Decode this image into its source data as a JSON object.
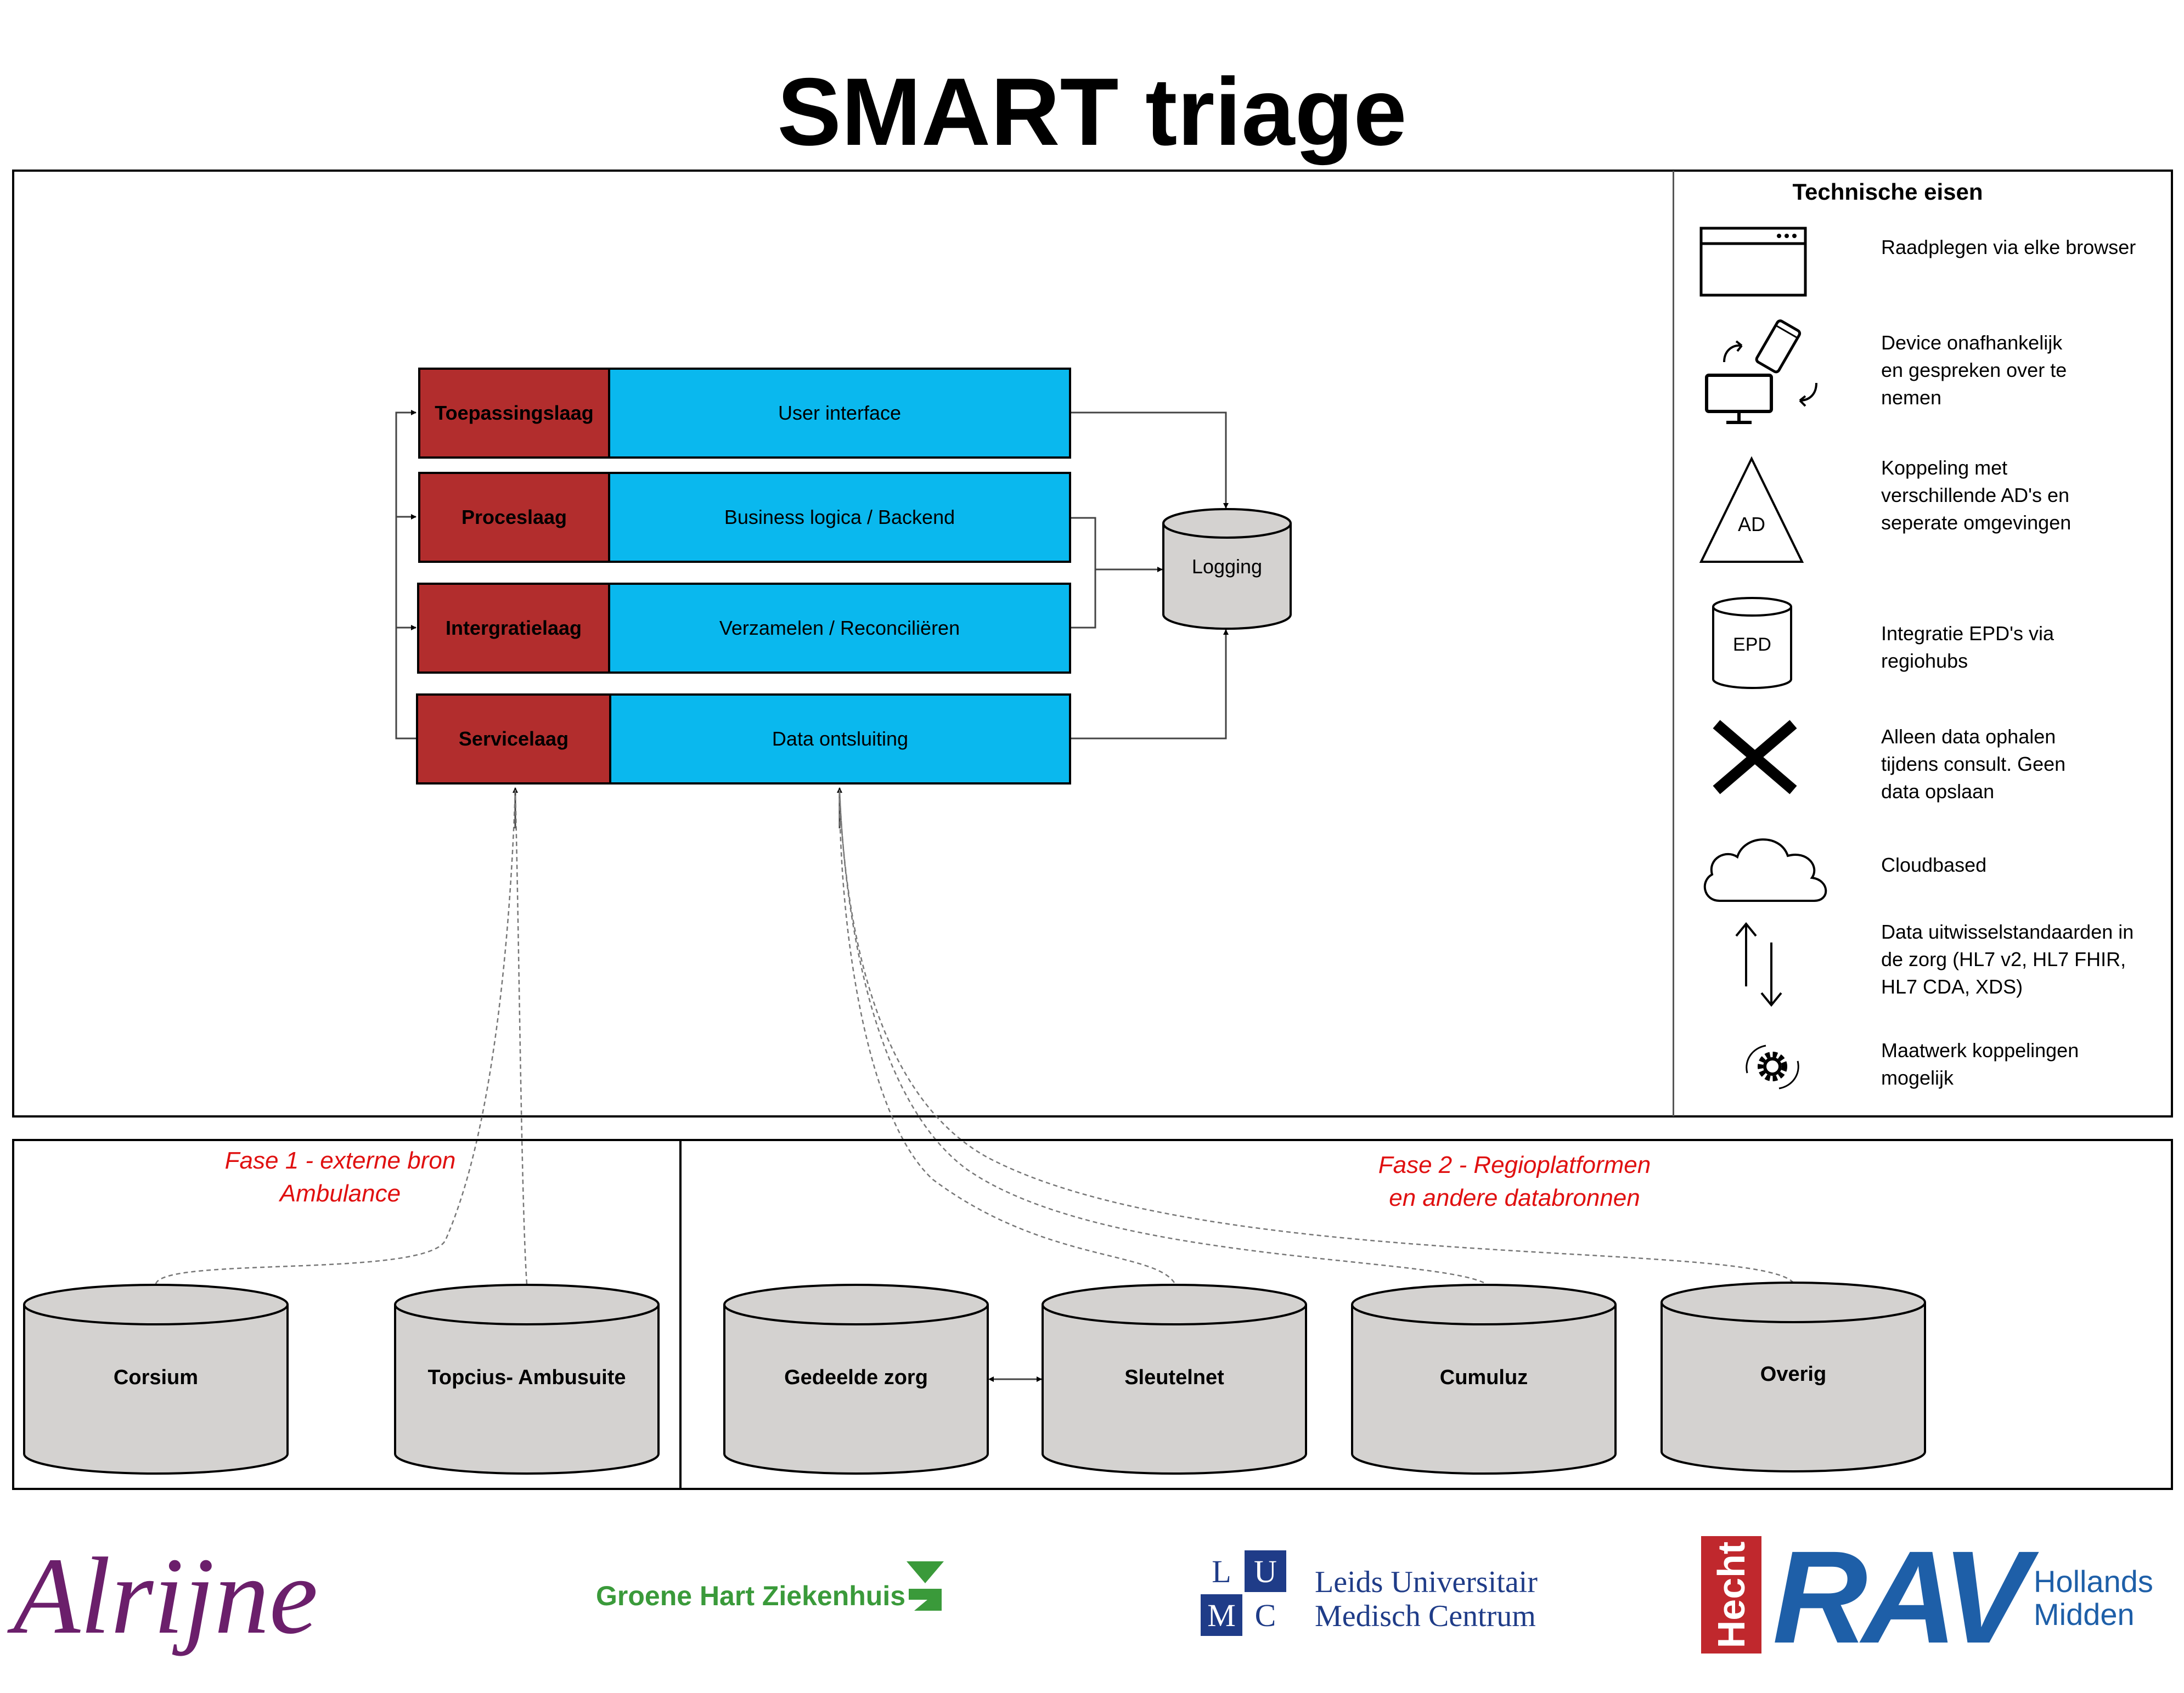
{
  "title": "SMART triage",
  "layers": [
    {
      "name": "Toepassingslaag",
      "body": "User interface"
    },
    {
      "name": "Proceslaag",
      "body": "Business logica / Backend"
    },
    {
      "name": "Intergratielaag",
      "body": "Verzamelen / Reconciliëren"
    },
    {
      "name": "Servicelaag",
      "body": "Data ontsluiting"
    }
  ],
  "logging": "Logging",
  "requirements": {
    "title": "Technische eisen",
    "items": [
      {
        "icon": "browser-window-icon",
        "text": "Raadplegen via elke browser"
      },
      {
        "icon": "device-switch-icon",
        "text": "Device onafhankelijk en gespreken over te nemen"
      },
      {
        "icon": "triangle-ad-icon",
        "label": "AD",
        "text": "Koppeling met verschillende AD's en seperate omgevingen"
      },
      {
        "icon": "database-epd-icon",
        "label": "EPD",
        "text": "Integratie EPD's via regiohubs"
      },
      {
        "icon": "cross-icon",
        "text": "Alleen data ophalen tijdens consult. Geen data opslaan"
      },
      {
        "icon": "cloud-icon",
        "text": "Cloudbased"
      },
      {
        "icon": "exchange-arrows-icon",
        "text": "Data uitwisselstandaarden in de zorg (HL7 v2, HL7 FHIR, HL7 CDA, XDS)"
      },
      {
        "icon": "gear-cycle-icon",
        "text": "Maatwerk koppelingen mogelijk"
      }
    ]
  },
  "phase1": {
    "line1": "Fase 1 -  externe bron",
    "line2": "Ambulance",
    "sources": [
      "Corsium",
      "Topcius- Ambusuite"
    ]
  },
  "phase2": {
    "line1": "Fase 2 - Regioplatformen",
    "line2": "en andere databronnen",
    "sources": [
      "Gedeelde zorg",
      "Sleutelnet",
      "Cumuluz",
      "Overig"
    ]
  },
  "logos": {
    "alrijne": "Alrijne",
    "ghz": "Groene Hart Ziekenhuis",
    "lumc_letters": [
      "L",
      "U",
      "M",
      "C"
    ],
    "lumc_line1": "Leids Universitair",
    "lumc_line2": "Medisch Centrum",
    "hecht": "Hecht",
    "rav": "RAV",
    "rav_line1": "Hollands",
    "rav_line2": "Midden"
  },
  "colors": {
    "layer_label": "#b22d2d",
    "layer_body": "#0ab8ee",
    "database": "#d4d2d0",
    "phase_text": "#e01010",
    "alrijne": "#6b1f6b",
    "ghz": "#3a9a3a",
    "lumc": "#1f3c88",
    "rav": "#1e5fa8",
    "hecht": "#c0282d"
  }
}
